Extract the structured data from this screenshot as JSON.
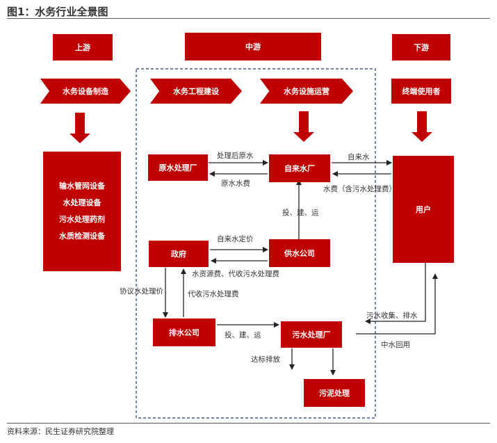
{
  "title": "图1：水务行业全景图",
  "source": "资料来源：民生证券研究院整理",
  "headers": {
    "upstream": "上游",
    "midstream": "中游",
    "downstream": "下游"
  },
  "chevrons": {
    "equipment_mfg": "水务设备制造",
    "engineering": "水务工程建设",
    "operation": "水务设施运营",
    "end_use": "终端使用者"
  },
  "equipment_list": [
    "输水管网设备",
    "水处理设备",
    "污水处理药剂",
    "水质检测设备"
  ],
  "nodes": {
    "raw_water_plant": "原水处理厂",
    "tap_water_plant": "自来水厂",
    "government": "政府",
    "water_supply_company": "供水公司",
    "drainage_company": "排水公司",
    "sewage_plant": "污水处理厂",
    "sludge": "污泥处理",
    "users": "用户"
  },
  "edge_labels": {
    "treated_raw_water": "处理后原水",
    "raw_water_fee": "原水水费",
    "tap_water": "自来水",
    "water_fee_incl_sewage": "水费（含污水处理费）",
    "invest_build_operate_1": "投、建、运",
    "tap_water_pricing": "自来水定价",
    "resource_fee": "水资源费、代收污水处理费",
    "agreed_price": "协议水处理价",
    "collected_sewage_fee": "代收污水处理费",
    "invest_build_operate_2": "投、建、运",
    "sewage_collect": "污水收集、排水",
    "reclaimed_water": "中水回用",
    "discharge": "达标排放"
  },
  "colors": {
    "primary_red": "#c00000",
    "dashed_border": "#1f3864",
    "arrow": "#222222"
  }
}
